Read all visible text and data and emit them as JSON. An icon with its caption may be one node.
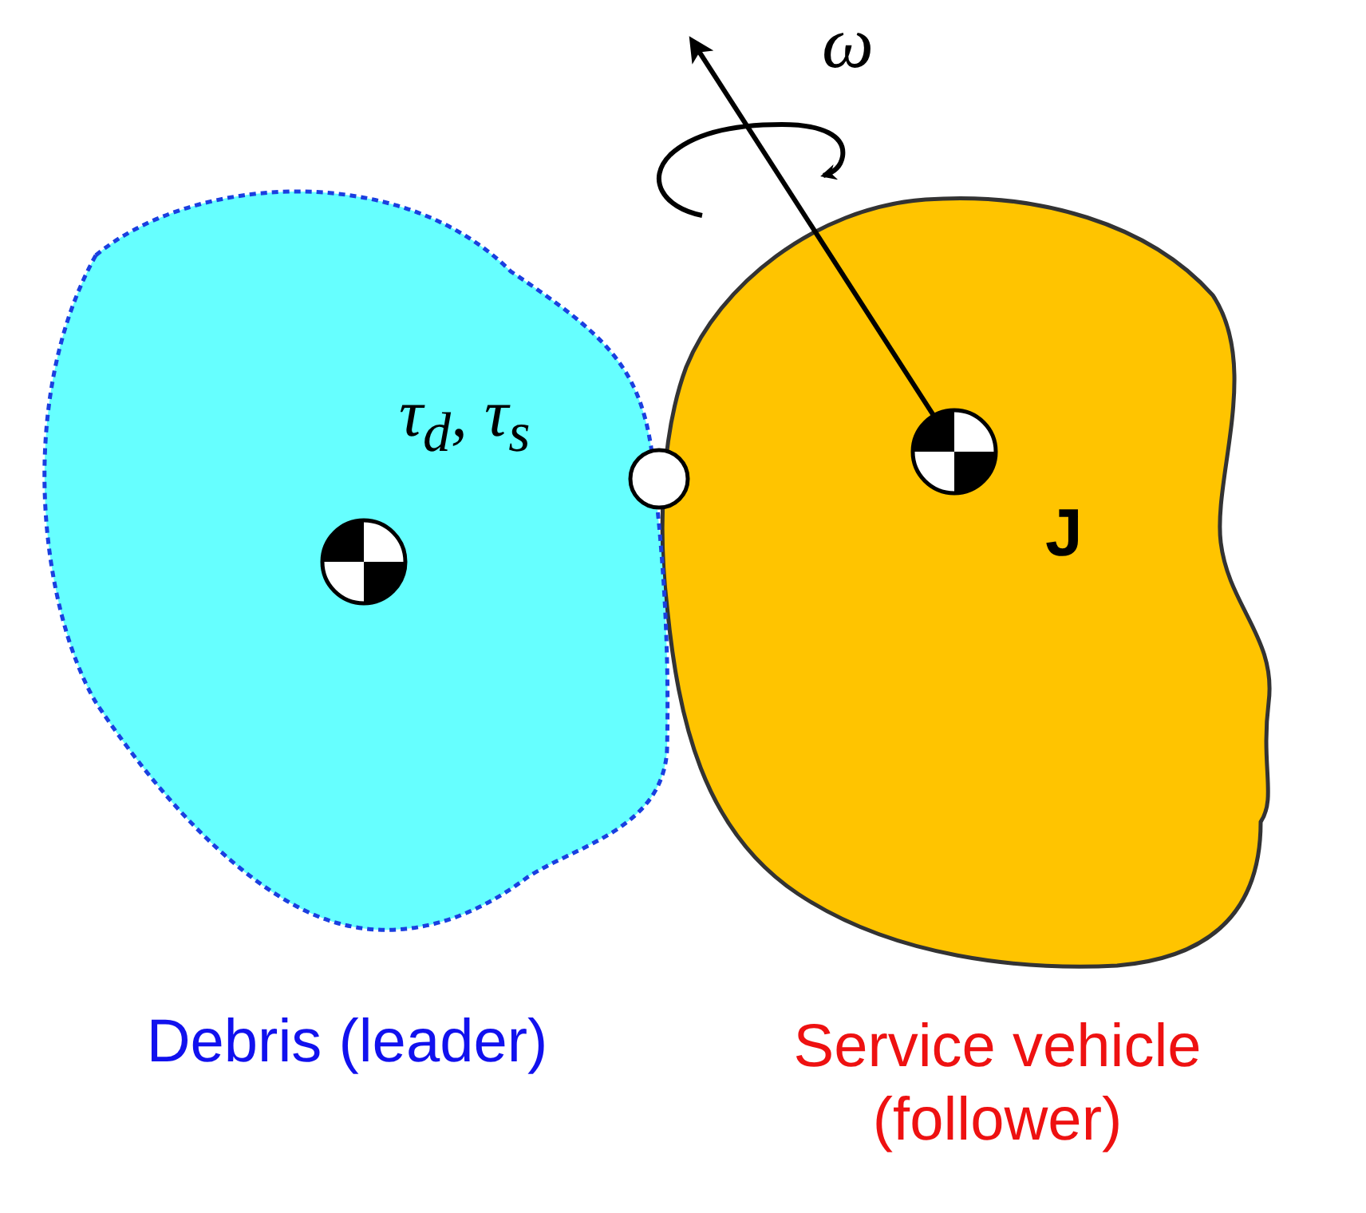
{
  "diagram": {
    "nodes": [
      {
        "text": [
          "Debris (leader)"
        ]
      },
      {
        "text": [
          "Service vehicle (follower)"
        ]
      }
    ],
    "labels": [
      "ω",
      "τ$_{d}$, τ$_{s}$",
      "J"
    ]
  }
}
